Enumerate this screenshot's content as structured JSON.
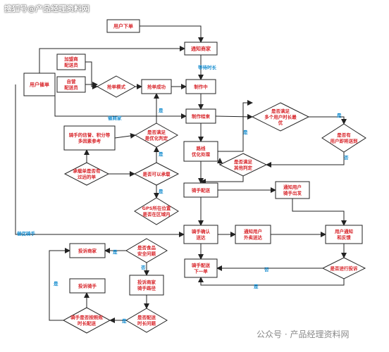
{
  "watermark_top": "搜狐号@产品经理资料网",
  "watermark_bottom": "公众号 · 产品经理资料网",
  "colors": {
    "node_text": "#d8262b",
    "line": "#222222",
    "label": "#1a8fd0"
  },
  "nodes": {
    "user_order": "用户下单",
    "notify_merchant": "通知商家",
    "user_urge": "用户催单",
    "franchise_rider": "加盟商\n配送员",
    "own_rider": "自营\n配送员",
    "grab_mode": "抢单模式",
    "grab_success": "抢单成功",
    "making": "制作中",
    "making_done": "制作结束",
    "rider_credit": "骑手的信誉、积分等\n多因素参考",
    "optimal_check": "是否满足\n是优化判定",
    "multi_user_check": "是否满足\n多个用户时长最\n优",
    "order_limit": "是否有\n用户即将送到",
    "route_opt": "路线\n优化处理",
    "other_check": "是否满足\n其他判定",
    "carry_check": "承载单是否有\n过远的单",
    "can_carry": "是否可以承载",
    "gps_check": "GPS所在位置\n是否在区域内",
    "rider_deliver": "骑手配送",
    "notify_user_rider": "通知用户\n骑手出发",
    "rider_confirm": "骑手确认\n送达",
    "notify_user_pickup": "通知用户\n外卖送达",
    "user_notify_feedback": "用户通知\n和反馈",
    "complain_merchant": "投诉商家",
    "food_safety": "是否食品\n安全问题",
    "rider_done": "骑手配送\n下一单",
    "want_complain": "是否进行投诉",
    "complain_rider": "投诉骑手",
    "complain_route": "投诉商家\n骑手路径",
    "rider_on_time": "骑手是否按照规\n时长配送",
    "delay_check": "是否配送\n时长问题"
  },
  "labels": {
    "wait": "等待时长",
    "urge_merchant": "催商家",
    "urge_rider": "催促骑手",
    "yes": "是",
    "no": "否"
  }
}
